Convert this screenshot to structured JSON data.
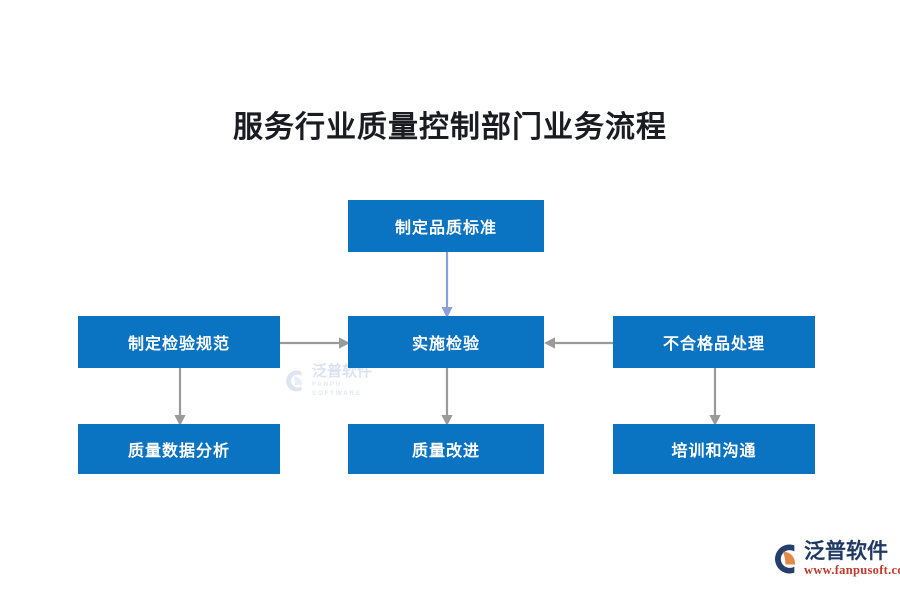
{
  "page": {
    "title": "服务行业质量控制部门业务流程",
    "background_color": "#ffffff",
    "node_color": "#0a73c2",
    "node_text_color": "#ffffff",
    "arrow_gray": "#9a9a9a",
    "arrow_blue": "#8ba0d8",
    "title_color": "#1b1b22"
  },
  "flowchart": {
    "nodes": {
      "standard": "制定品质标准",
      "spec": "制定检验规范",
      "inspect": "实施检验",
      "defect": "不合格品处理",
      "analysis": "质量数据分析",
      "improve": "质量改进",
      "training": "培训和沟通"
    },
    "edges": [
      {
        "from": "standard",
        "to": "inspect",
        "direction": "down",
        "color": "#8ba0d8"
      },
      {
        "from": "spec",
        "to": "inspect",
        "direction": "right",
        "color": "#9a9a9a"
      },
      {
        "from": "defect",
        "to": "inspect",
        "direction": "left",
        "color": "#9a9a9a"
      },
      {
        "from": "spec",
        "to": "analysis",
        "direction": "down",
        "color": "#9a9a9a"
      },
      {
        "from": "inspect",
        "to": "improve",
        "direction": "down",
        "color": "#9a9a9a"
      },
      {
        "from": "defect",
        "to": "training",
        "direction": "down",
        "color": "#9a9a9a"
      }
    ]
  },
  "watermark": {
    "name_cn": "泛普软件",
    "name_en": "FANPU SOFTWARE"
  },
  "logo": {
    "name_cn": "泛普软件",
    "url": "www.fanpusoft.com"
  }
}
